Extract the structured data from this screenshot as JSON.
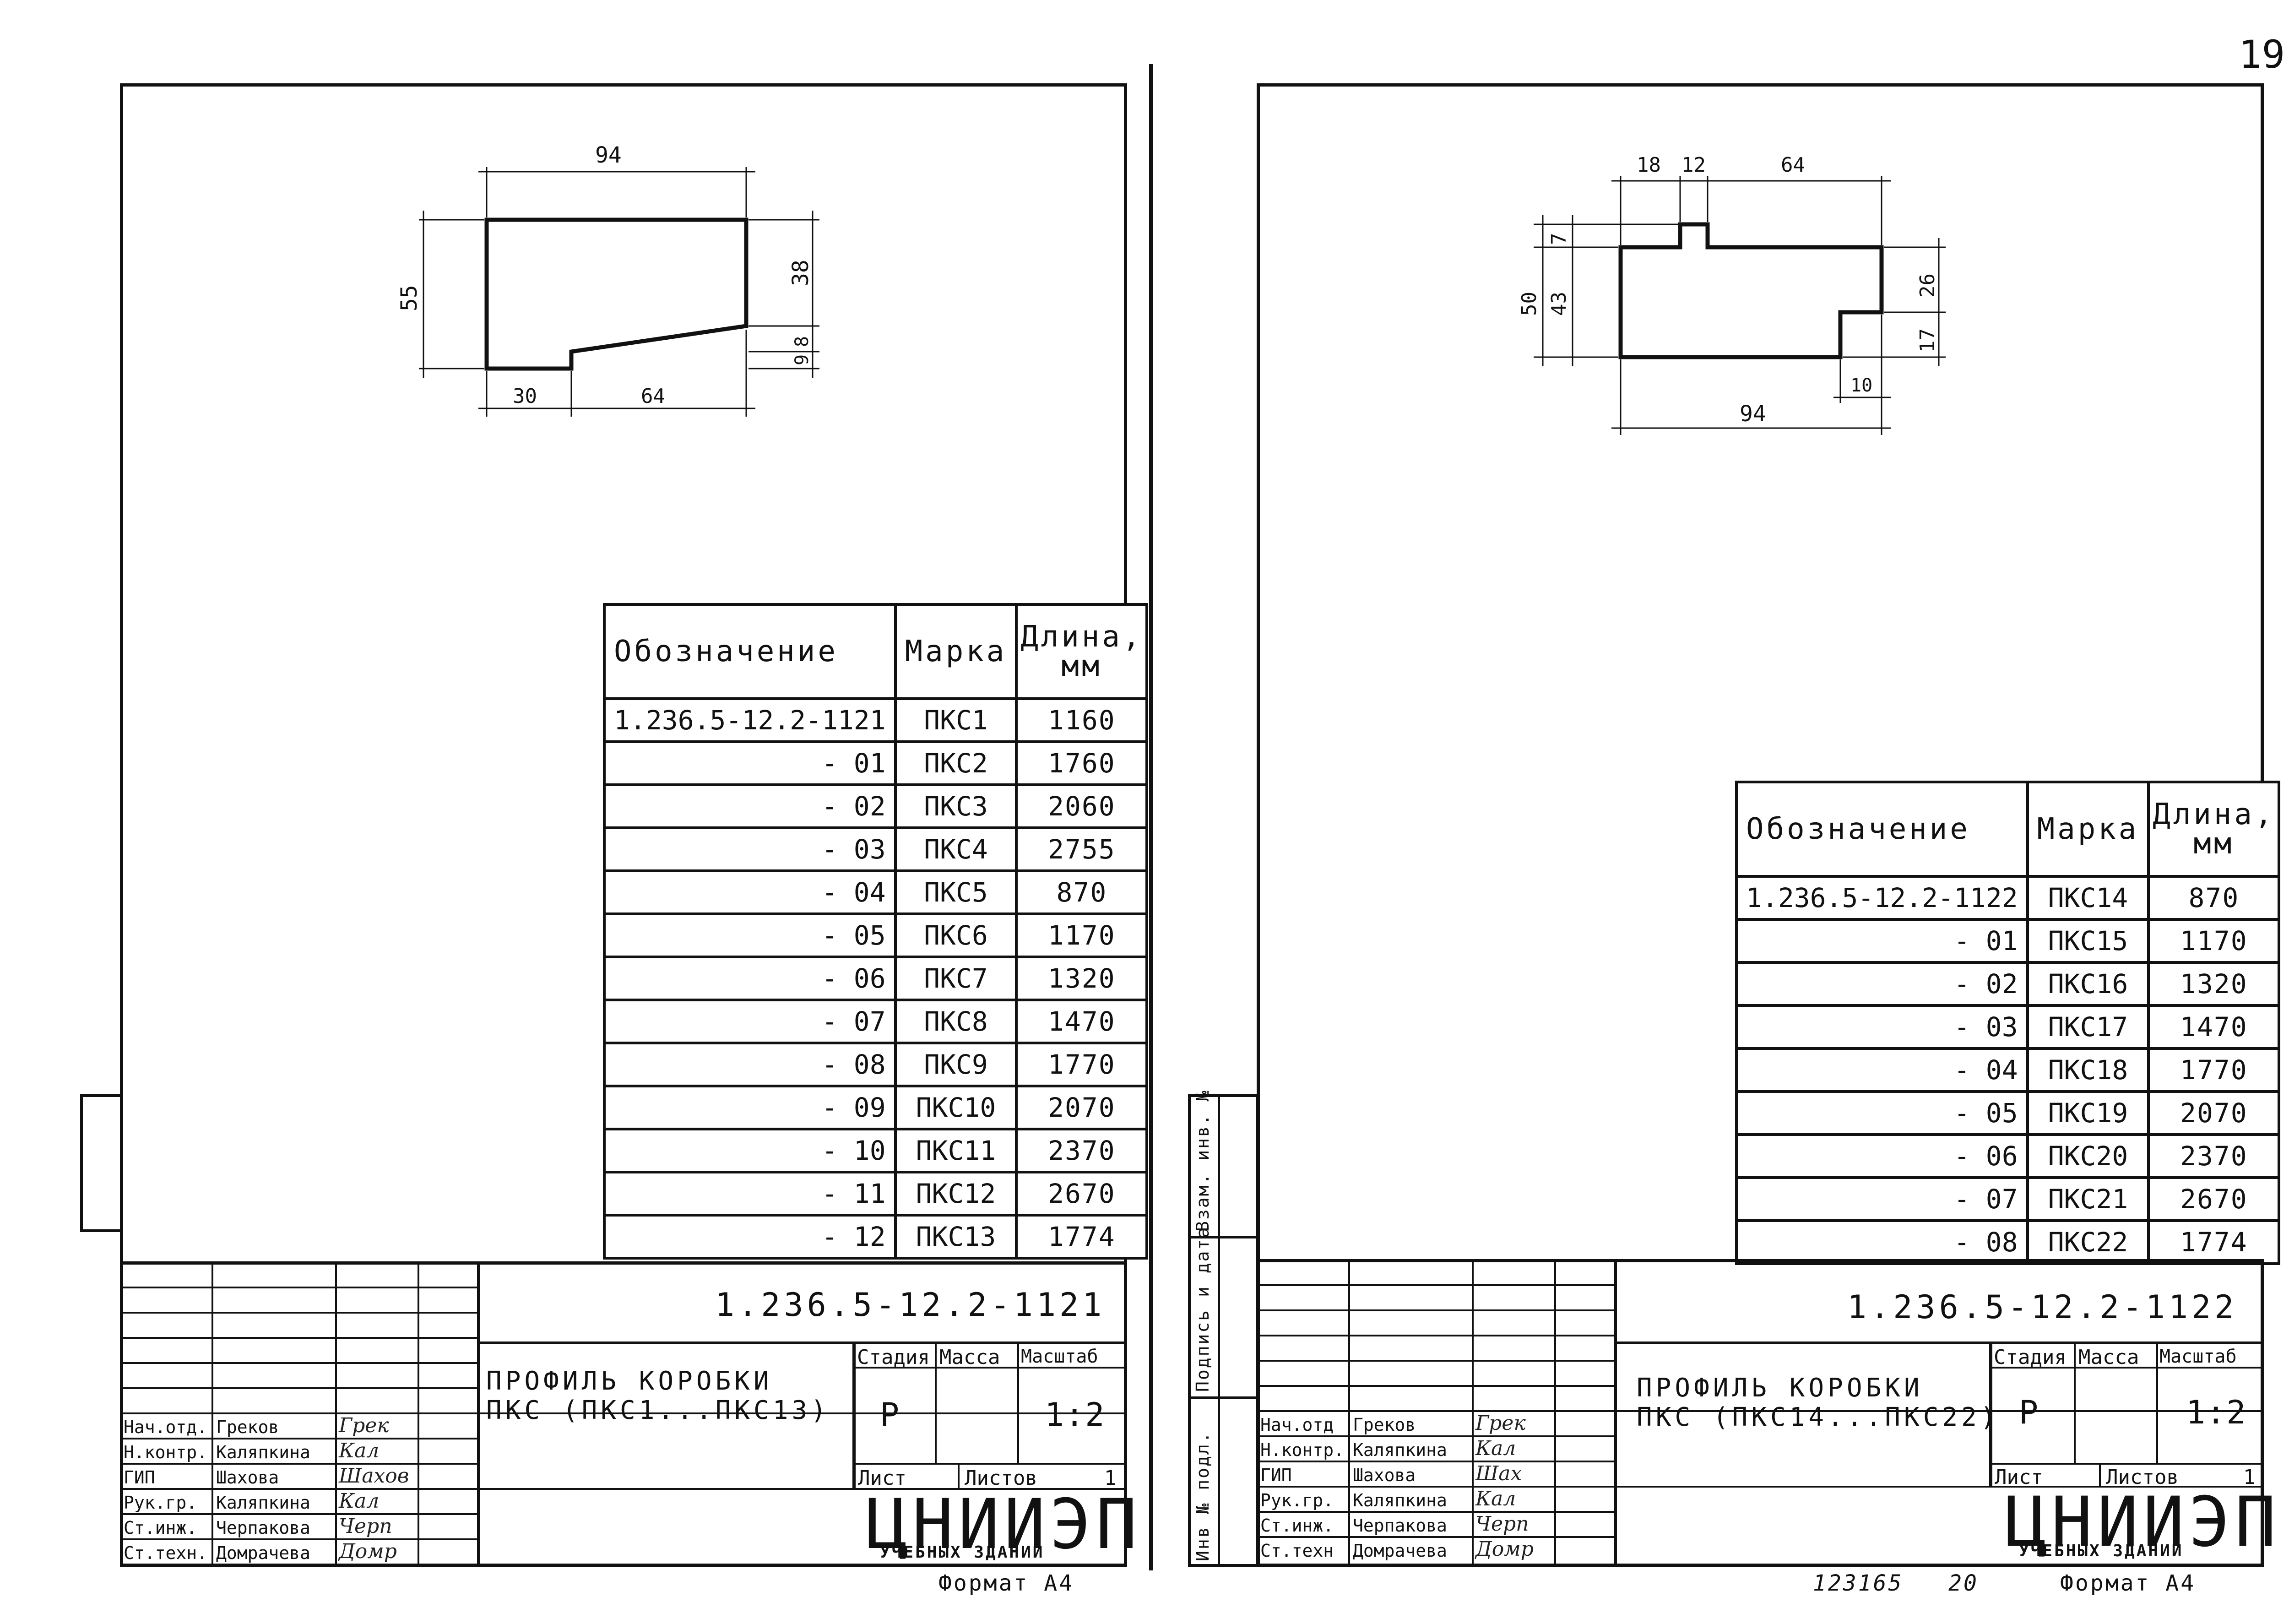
{
  "page_number": "19",
  "left_sheet": {
    "profile": {
      "dimensions": {
        "width_top": "94",
        "height": "55",
        "right_upper": "38",
        "right_lower_a": "9",
        "right_lower_b": "8",
        "bottom_left": "30",
        "bottom_right": "64"
      }
    },
    "table": {
      "headers": {
        "designation": "Обозначение",
        "mark": "Марка",
        "length_line1": "Длина,",
        "length_line2": "мм"
      },
      "rows": [
        {
          "designation": "1.236.5-12.2-1121",
          "mark": "ПКС1",
          "length": "1160"
        },
        {
          "designation": "- 01",
          "mark": "ПКС2",
          "length": "1760"
        },
        {
          "designation": "- 02",
          "mark": "ПКС3",
          "length": "2060"
        },
        {
          "designation": "- 03",
          "mark": "ПКС4",
          "length": "2755"
        },
        {
          "designation": "- 04",
          "mark": "ПКС5",
          "length": "870"
        },
        {
          "designation": "- 05",
          "mark": "ПКС6",
          "length": "1170"
        },
        {
          "designation": "- 06",
          "mark": "ПКС7",
          "length": "1320"
        },
        {
          "designation": "- 07",
          "mark": "ПКС8",
          "length": "1470"
        },
        {
          "designation": "- 08",
          "mark": "ПКС9",
          "length": "1770"
        },
        {
          "designation": "- 09",
          "mark": "ПКС10",
          "length": "2070"
        },
        {
          "designation": "- 10",
          "mark": "ПКС11",
          "length": "2370"
        },
        {
          "designation": "- 11",
          "mark": "ПКС12",
          "length": "2670"
        },
        {
          "designation": "- 12",
          "mark": "ПКС13",
          "length": "1774"
        }
      ]
    },
    "title_block": {
      "code": "1.236.5-12.2-1121",
      "title_line1": "ПРОФИЛЬ КОРОБКИ",
      "title_line2": "ПКС (ПКС1...ПКС13)",
      "stage_label": "Стадия",
      "mass_label": "Масса",
      "scale_label": "Масштаб",
      "stage": "Р",
      "scale": "1:2",
      "sheet_label": "Лист",
      "sheets_label": "Листов",
      "sheets": "1",
      "org": "ЦНИИЭП",
      "org_sub": "УЧЕБНЫХ ЗДАНИЙ",
      "staff": [
        {
          "role": "Нач.отд.",
          "name": "Греков",
          "sig": "Грек"
        },
        {
          "role": "Н.контр.",
          "name": "Каляпкина",
          "sig": "Кал"
        },
        {
          "role": "ГИП",
          "name": "Шахова",
          "sig": "Шахов"
        },
        {
          "role": "Рук.гр.",
          "name": "Каляпкина",
          "sig": "Кал"
        },
        {
          "role": "Ст.инж.",
          "name": "Черпакова",
          "sig": "Черп"
        },
        {
          "role": "Ст.техн.",
          "name": "Домрачева",
          "sig": "Домр"
        }
      ]
    },
    "format": "Формат А4"
  },
  "right_sheet": {
    "profile": {
      "dimensions": {
        "top_a": "18",
        "top_b": "12",
        "top_c": "64",
        "height_total": "50",
        "height_body": "43",
        "tongue": "7",
        "right_upper": "26",
        "right_lower": "17",
        "notch": "10",
        "width_bottom": "94"
      }
    },
    "table": {
      "headers": {
        "designation": "Обозначение",
        "mark": "Марка",
        "length_line1": "Длина,",
        "length_line2": "мм"
      },
      "rows": [
        {
          "designation": "1.236.5-12.2-1122",
          "mark": "ПКС14",
          "length": "870"
        },
        {
          "designation": "- 01",
          "mark": "ПКС15",
          "length": "1170"
        },
        {
          "designation": "- 02",
          "mark": "ПКС16",
          "length": "1320"
        },
        {
          "designation": "- 03",
          "mark": "ПКС17",
          "length": "1470"
        },
        {
          "designation": "- 04",
          "mark": "ПКС18",
          "length": "1770"
        },
        {
          "designation": "- 05",
          "mark": "ПКС19",
          "length": "2070"
        },
        {
          "designation": "- 06",
          "mark": "ПКС20",
          "length": "2370"
        },
        {
          "designation": "- 07",
          "mark": "ПКС21",
          "length": "2670"
        },
        {
          "designation": "- 08",
          "mark": "ПКС22",
          "length": "1774"
        }
      ]
    },
    "side_labels": {
      "inv_podl": "Инв № подл.",
      "signature_date": "Подпись и дата",
      "vzam_inv": "Взам. инв. №"
    },
    "title_block": {
      "code": "1.236.5-12.2-1122",
      "title_line1": "ПРОФИЛЬ КОРОБКИ",
      "title_line2": "ПКС (ПКС14...ПКС22)",
      "stage_label": "Стадия",
      "mass_label": "Масса",
      "scale_label": "Масштаб",
      "stage": "Р",
      "scale": "1:2",
      "sheet_label": "Лист",
      "sheets_label": "Листов",
      "sheets": "1",
      "org": "ЦНИИЭП",
      "org_sub": "УЧЕБНЫХ ЗДАНИЙ",
      "staff": [
        {
          "role": "Нач.отд",
          "name": "Греков",
          "sig": "Грек"
        },
        {
          "role": "Н.контр.",
          "name": "Каляпкина",
          "sig": "Кал"
        },
        {
          "role": "ГИП",
          "name": "Шахова",
          "sig": "Шах"
        },
        {
          "role": "Рук.гр.",
          "name": "Каляпкина",
          "sig": "Кал"
        },
        {
          "role": "Ст.инж.",
          "name": "Черпакова",
          "sig": "Черп"
        },
        {
          "role": "Ст.техн",
          "name": "Домрачева",
          "sig": "Домр"
        }
      ]
    },
    "archive_number": "123165   20",
    "format": "Формат А4"
  }
}
